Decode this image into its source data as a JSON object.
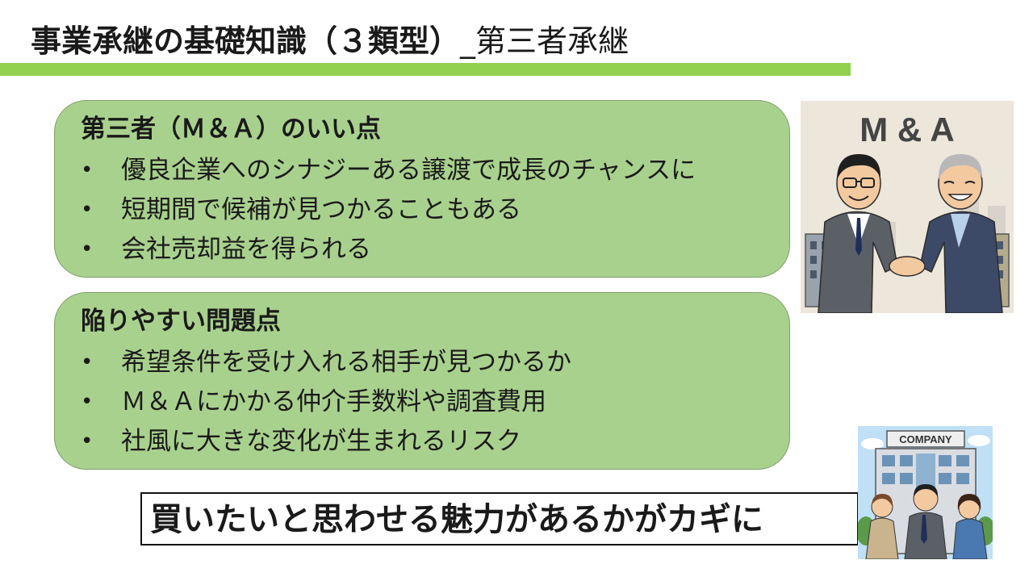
{
  "title": {
    "bold": "事業承継の基礎知識（３類型）",
    "light": "_第三者承継"
  },
  "card_merits": {
    "heading": "第三者（Ｍ＆Ａ）のいい点",
    "items": [
      "優良企業へのシナジーある譲渡で成長のチャンスに",
      "短期間で候補が見つかることもある",
      "会社売却益を得られる"
    ]
  },
  "card_pitfalls": {
    "heading": "陥りやすい問題点",
    "items": [
      "希望条件を受け入れる相手が見つかるか",
      "Ｍ＆Ａにかかる仲介手数料や調査費用",
      "社風に大きな変化が生まれるリスク"
    ]
  },
  "callout": {
    "text": "買いたいと思わせる魅力があるかがカギに"
  },
  "illustration_ma": {
    "sign": "M & A"
  },
  "illustration_company": {
    "sign": "COMPANY"
  },
  "colors": {
    "accent_bar": "#92d050",
    "card_fill": "#a9d18e"
  }
}
